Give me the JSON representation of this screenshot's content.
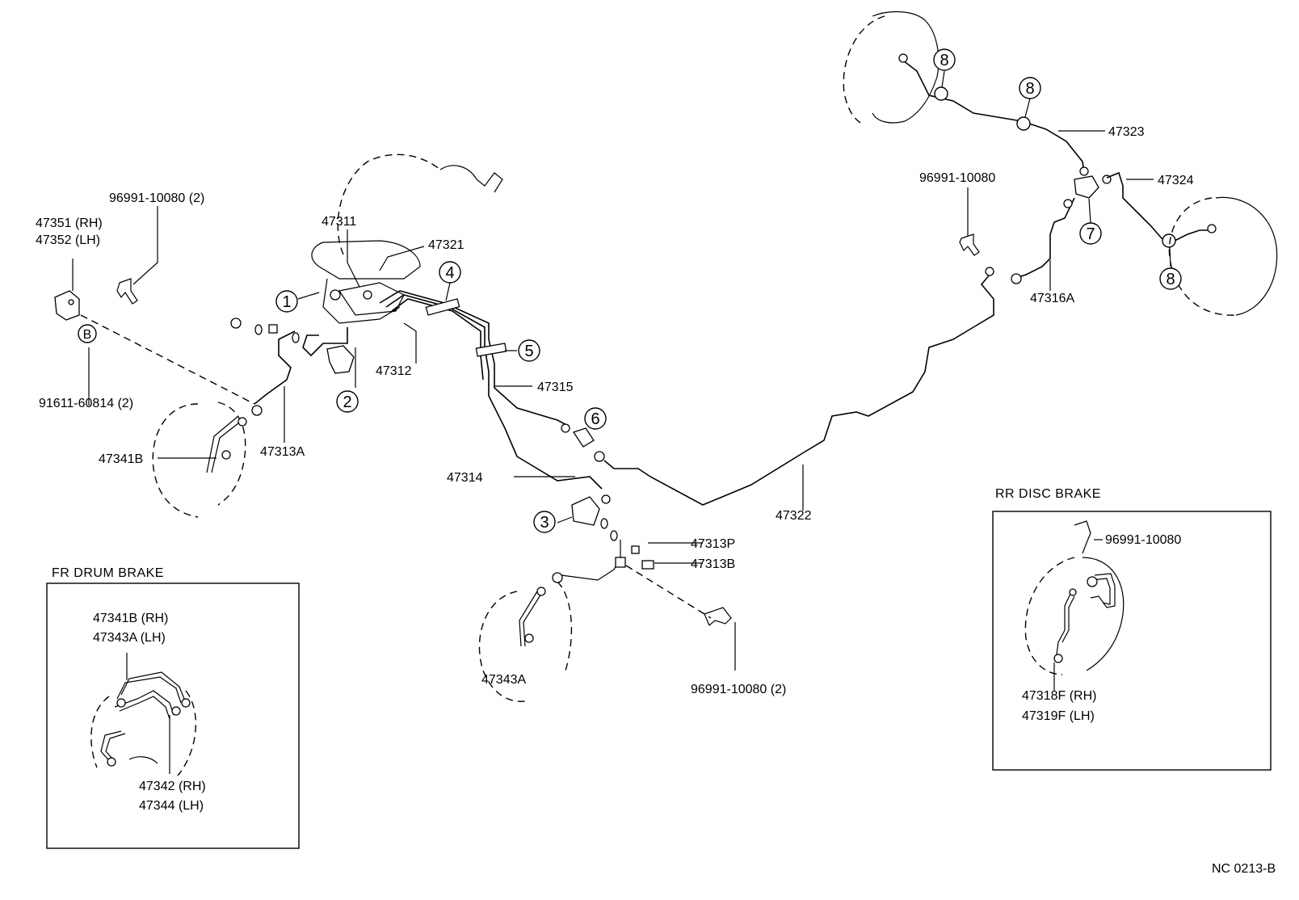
{
  "labels": {
    "p47351": "47351 (RH)",
    "p47352": "47352 (LH)",
    "p96991_2a": "96991-10080 (2)",
    "p91611": "91611-60814 (2)",
    "p47341B": "47341B",
    "p47313A": "47313A",
    "p47311": "47311",
    "p47321": "47321",
    "p47312": "47312",
    "p47315": "47315",
    "p47314": "47314",
    "p47322": "47322",
    "p47313P": "47313P",
    "p47313B": "47313B",
    "p47343A": "47343A",
    "p96991_2b": "96991-10080 (2)",
    "p96991_top": "96991-10080",
    "p47323": "47323",
    "p47324": "47324",
    "p47316A": "47316A",
    "fr_title": "FR DRUM BRAKE",
    "fr_47341B_rh": "47341B (RH)",
    "fr_47343A_lh": "47343A (LH)",
    "fr_47342_rh": "47342 (RH)",
    "fr_47344_lh": "47344 (LH)",
    "rr_title": "RR DISC BRAKE",
    "rr_96991": "96991-10080",
    "rr_47318F_rh": "47318F (RH)",
    "rr_47319F_lh": "47319F (LH)",
    "code": "NC 0213-B"
  },
  "callouts": {
    "c1": "1",
    "c2": "2",
    "c3": "3",
    "c4": "4",
    "c5": "5",
    "c6": "6",
    "c7": "7",
    "c8a": "8",
    "c8b": "8",
    "c8c": "8",
    "cB": "B"
  }
}
